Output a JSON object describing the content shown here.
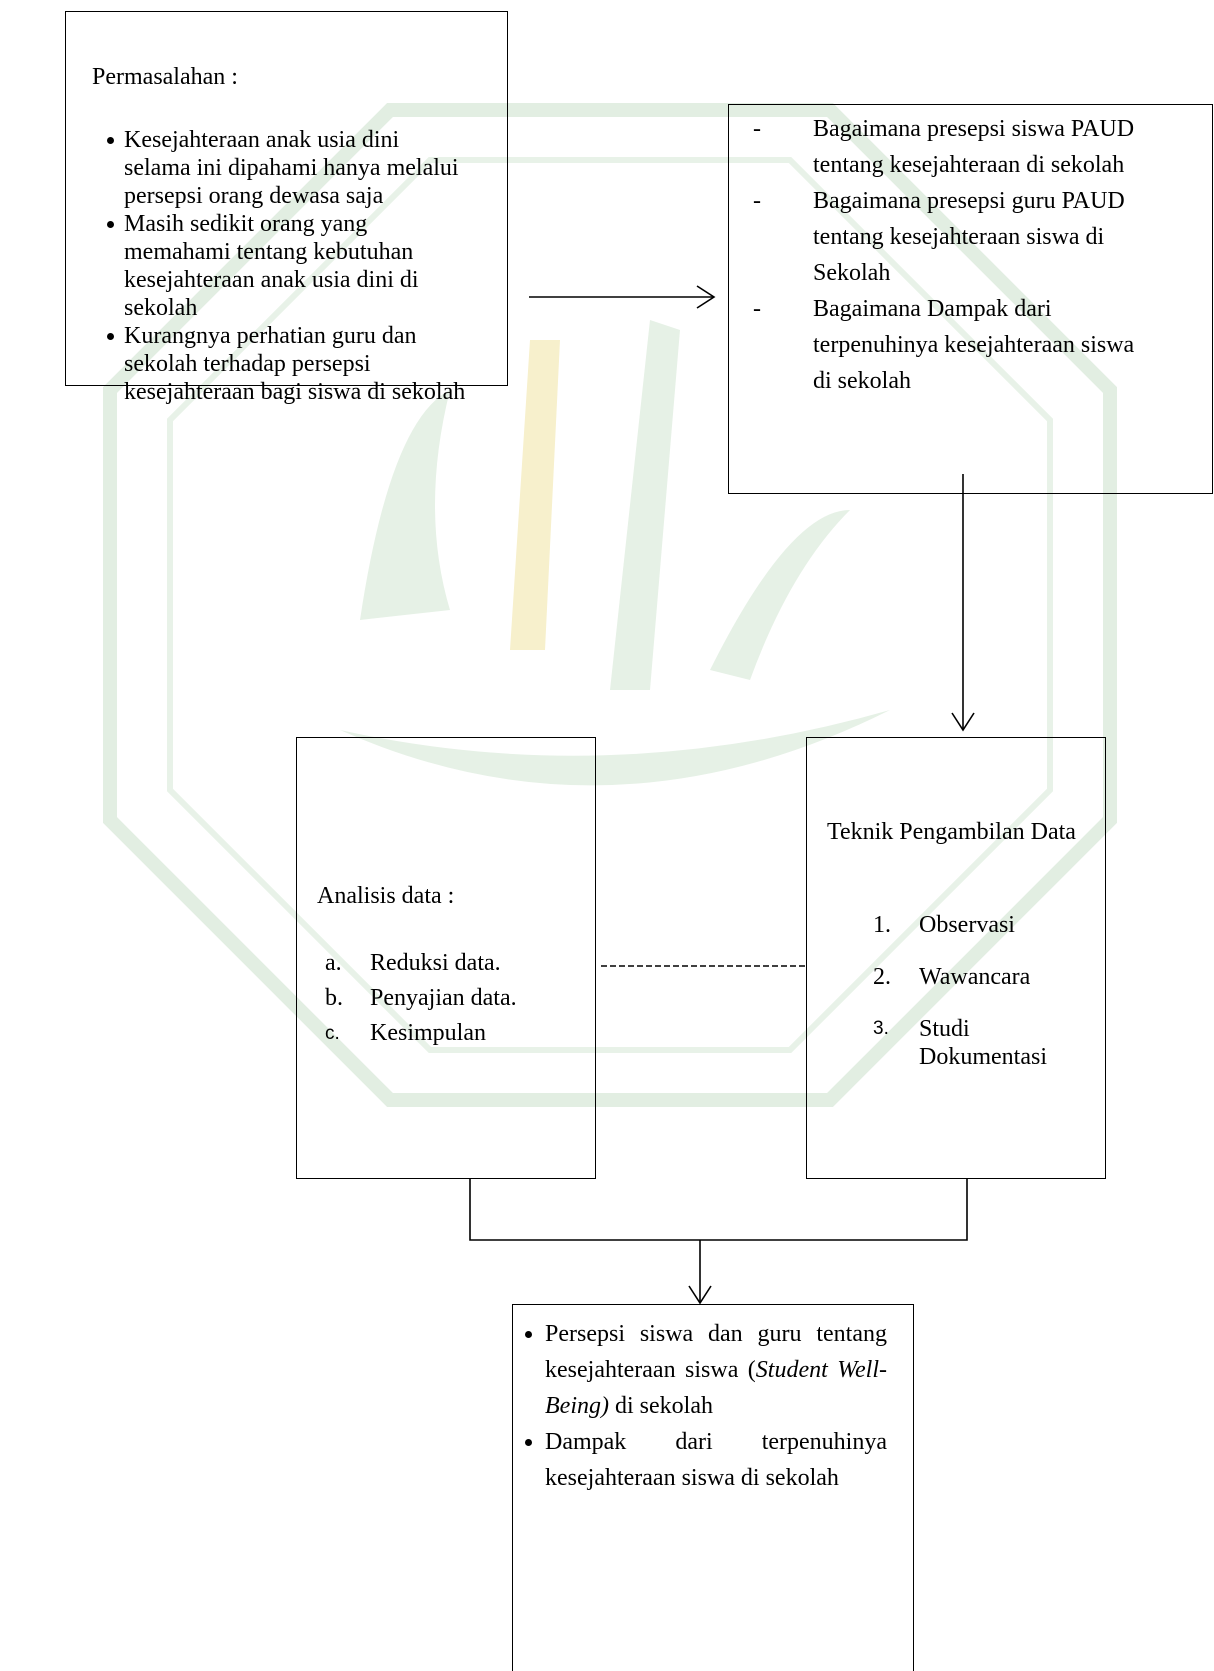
{
  "problems_box": {
    "title": "Permasalahan :",
    "items": [
      "Kesejahteraan anak usia dini selama ini dipahami hanya melalui persepsi orang dewasa saja",
      "Masih sedikit orang yang memahami tentang kebutuhan kesejahteraan anak usia dini di sekolah",
      "Kurangnya perhatian guru dan sekolah terhadap persepsi kesejahteraan bagi siswa di sekolah"
    ]
  },
  "questions_box": {
    "marker": "-",
    "items": [
      "Bagaimana presepsi siswa PAUD tentang kesejahteraan di sekolah",
      "Bagaimana presepsi guru PAUD tentang kesejahteraan siswa di Sekolah",
      "Bagaimana Dampak dari terpenuhinya kesejahteraan siswa di sekolah"
    ]
  },
  "analysis_box": {
    "title": "Analisis data :",
    "items": [
      {
        "marker": "a.",
        "text": "Reduksi data."
      },
      {
        "marker": "b.",
        "text": "Penyajian data."
      },
      {
        "marker": "c.",
        "text": "Kesimpulan"
      }
    ]
  },
  "technique_box": {
    "title": "Teknik Pengambilan Data",
    "items": [
      {
        "marker": "1.",
        "text": "Observasi"
      },
      {
        "marker": "2.",
        "text": "Wawancara"
      },
      {
        "marker": "3.",
        "text": "Studi Dokumentasi"
      }
    ]
  },
  "result_box": {
    "item1": {
      "before": "Persepsi siswa dan guru tentang kesejahteraan siswa (",
      "italic": "Student Well-Being)",
      "after": " di sekolah"
    },
    "item2": "Dampak dari terpenuhinya kesejahteraan siswa di sekolah"
  },
  "colors": {
    "line": "#000000",
    "watermark_green": "#e2eee2",
    "watermark_gold": "#f7f0cc"
  }
}
